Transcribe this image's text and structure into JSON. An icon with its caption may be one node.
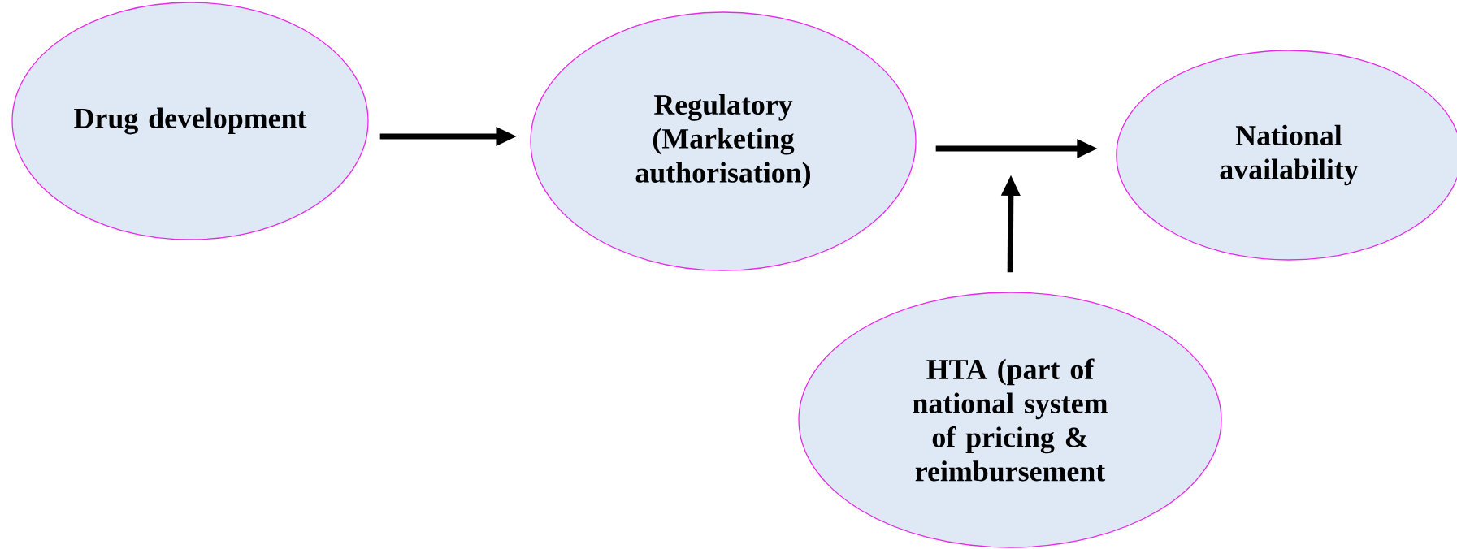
{
  "diagram": {
    "nodes": [
      {
        "text": [
          "Drug development"
        ]
      },
      {
        "text": [
          "Regulatory (Marketing authorisation)"
        ]
      },
      {
        "text": [
          "National availability"
        ]
      },
      {
        "text": [
          "HTA (part of national system of pricing & reimbursement"
        ]
      }
    ],
    "edges": [
      {
        "from": 0,
        "to": 1,
        "arrow": "to"
      },
      {
        "from": 1,
        "to": 2,
        "arrow": "to"
      },
      {
        "from": 3,
        "to": null,
        "arrow": "to"
      }
    ]
  }
}
